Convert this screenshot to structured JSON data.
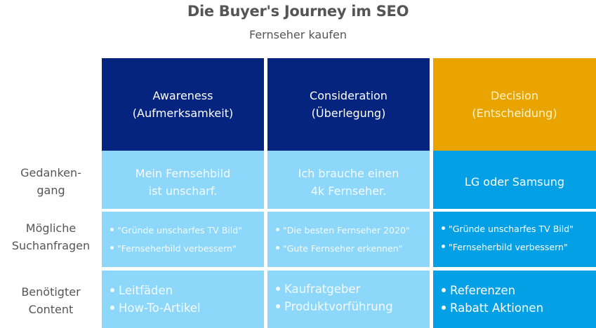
{
  "header": {
    "title": "Die Buyer's Journey im SEO",
    "subtitle": "Fernseher kaufen"
  },
  "colors": {
    "dark_navy": "#04247f",
    "gold": "#e9a400",
    "light_blue": "#8dd7fb",
    "bright_blue": "#04a0e6",
    "label_gray": "#555555"
  },
  "row_labels": [
    {
      "line1": "Gedanken-",
      "line2": "gang"
    },
    {
      "line1": "Mögliche",
      "line2": "Suchanfragen"
    },
    {
      "line1": "Benötigter",
      "line2": "Content"
    }
  ],
  "columns": [
    {
      "stage": "Awareness",
      "stage_de": "(Aufmerksamkeit)",
      "thought_line1": "Mein Fernsehbild",
      "thought_line2": "ist unscharf.",
      "queries": [
        "\"Gründe unscharfes TV Bild\"",
        "\"Fernseherbild verbessern\""
      ],
      "content": [
        "Leitfäden",
        "How-To-Artikel"
      ]
    },
    {
      "stage": "Consideration",
      "stage_de": "(Überlegung)",
      "thought_line1": "Ich brauche einen",
      "thought_line2": "4k Fernseher.",
      "queries": [
        "\"Die besten Fernseher 2020\"",
        "\"Gute Fernseher erkennen\""
      ],
      "content": [
        "Kaufratgeber",
        "Produktvorführung"
      ]
    },
    {
      "stage": "Decision",
      "stage_de": "(Entscheidung)",
      "thought_line1": "LG oder Samsung",
      "thought_line2": "",
      "queries": [
        "\"Gründe unscharfes TV Bild\"",
        "\"Fernseherbild verbessern\""
      ],
      "content": [
        "Referenzen",
        "Rabatt Aktionen"
      ]
    }
  ]
}
